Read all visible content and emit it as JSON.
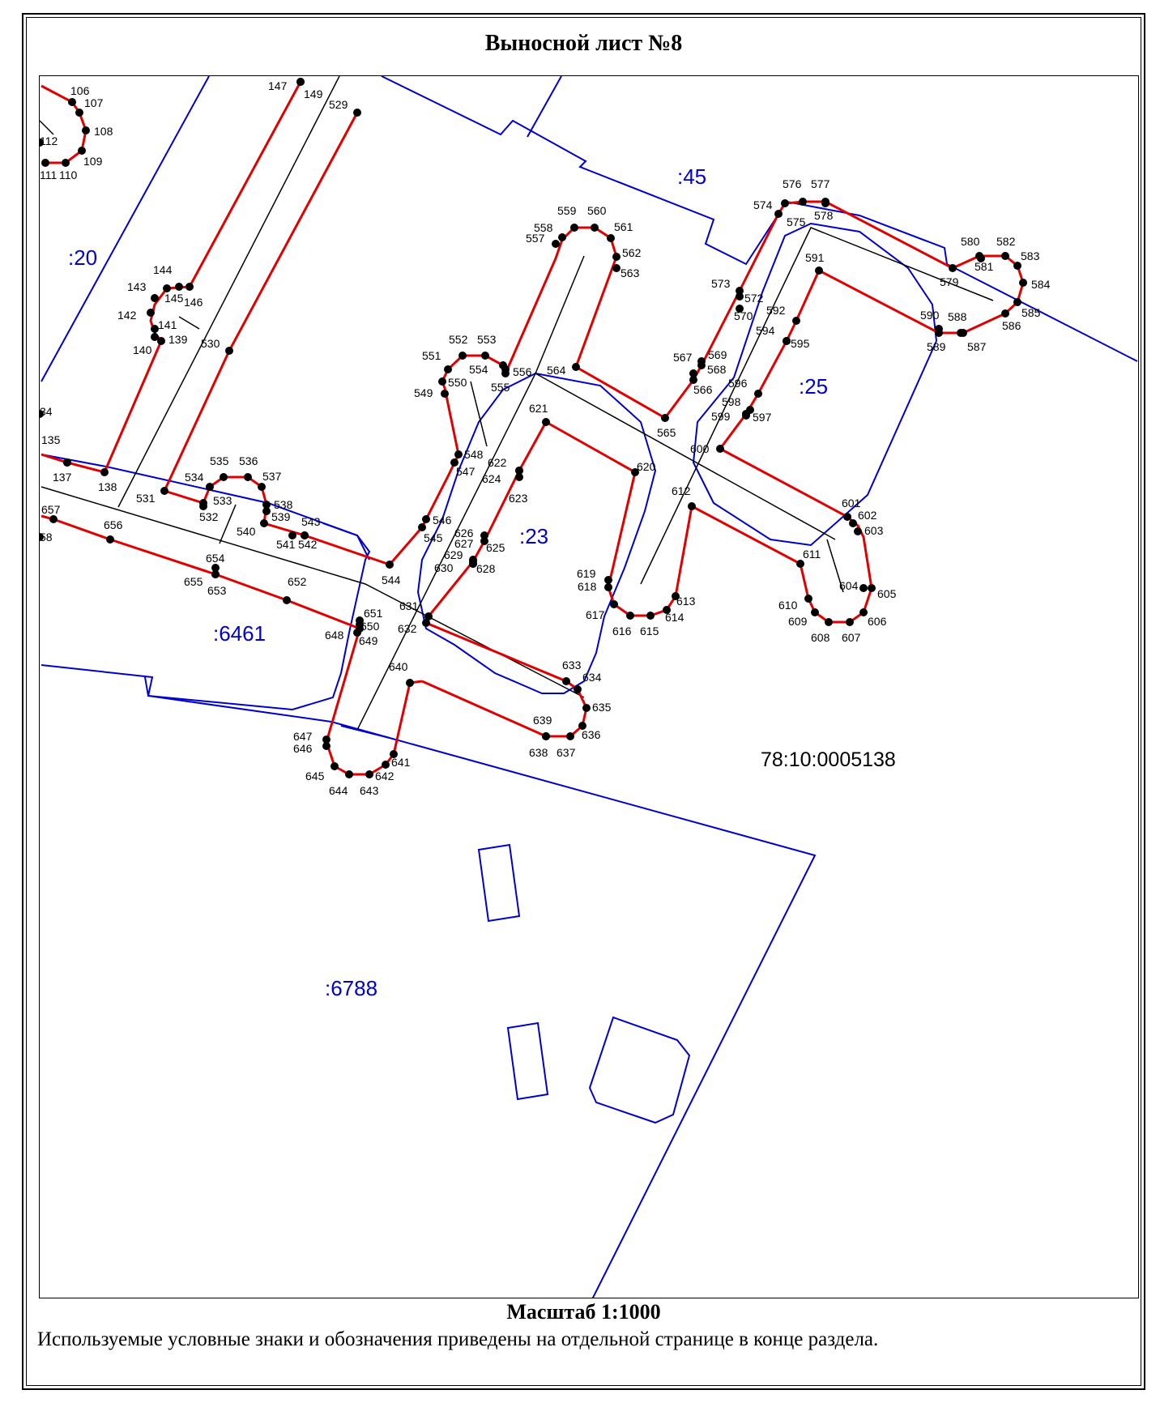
{
  "sheet": {
    "title": "Выносной лист №8",
    "scale_label": "Масштаб 1:1000",
    "legend_note": "Используемые условные знаки и обозначения приведены на отдельной странице в конце раздела."
  },
  "map": {
    "cadastral_block": "78:10:0005138",
    "parcel_labels": [
      ":20",
      ":45",
      ":25",
      ":23",
      ":6461",
      ":6788"
    ],
    "colors": {
      "boundary_red": "#e00000",
      "parcel_blue": "#0000cc",
      "axis_black": "#000000",
      "point": "#000000"
    },
    "point_numbers": [
      "106",
      "107",
      "108",
      "109",
      "110",
      "111",
      "112",
      "135",
      "137",
      "138",
      "139",
      "140",
      "141",
      "142",
      "143",
      "144",
      "145",
      "146",
      "147",
      "149",
      "529",
      "530",
      "531",
      "532",
      "533",
      "534",
      "535",
      "536",
      "537",
      "538",
      "539",
      "540",
      "541",
      "542",
      "543",
      "544",
      "545",
      "546",
      "547",
      "548",
      "549",
      "550",
      "551",
      "552",
      "553",
      "554",
      "555",
      "556",
      "557",
      "558",
      "559",
      "560",
      "561",
      "562",
      "563",
      "564",
      "565",
      "566",
      "567",
      "568",
      "569",
      "570",
      "572",
      "573",
      "574",
      "575",
      "576",
      "577",
      "578",
      "579",
      "580",
      "581",
      "582",
      "583",
      "584",
      "585",
      "586",
      "587",
      "588",
      "589",
      "590",
      "591",
      "592",
      "594",
      "595",
      "596",
      "597",
      "598",
      "599",
      "600",
      "601",
      "602",
      "603",
      "604",
      "605",
      "606",
      "607",
      "608",
      "609",
      "610",
      "611",
      "612",
      "613",
      "614",
      "615",
      "616",
      "617",
      "618",
      "619",
      "620",
      "621",
      "622",
      "623",
      "624",
      "625",
      "626",
      "627",
      "628",
      "629",
      "630",
      "631",
      "632",
      "633",
      "634",
      "635",
      "636",
      "637",
      "638",
      "639",
      "640",
      "641",
      "642",
      "643",
      "644",
      "645",
      "646",
      "647",
      "648",
      "649",
      "650",
      "651",
      "652",
      "653",
      "654",
      "655",
      "656",
      "657",
      "58",
      "34"
    ]
  }
}
